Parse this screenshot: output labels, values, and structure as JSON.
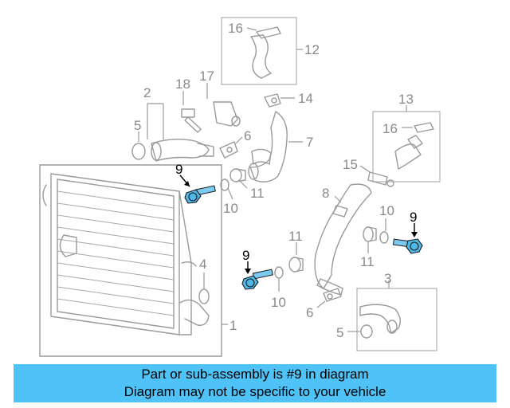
{
  "labels": {
    "l1": "1",
    "l2": "2",
    "l3": "3",
    "l4": "4",
    "l5a": "5",
    "l5b": "5",
    "l6a": "6",
    "l6b": "6",
    "l7": "7",
    "l8": "8",
    "l9a": "9",
    "l9b": "9",
    "l9c": "9",
    "l10a": "10",
    "l10b": "10",
    "l10c": "10",
    "l11a": "11",
    "l11b": "11",
    "l11c": "11",
    "l12": "12",
    "l13": "13",
    "l14": "14",
    "l15": "15",
    "l16a": "16",
    "l16b": "16",
    "l17": "17",
    "l18": "18"
  },
  "banner": {
    "line1": "Part or sub-assembly is #9 in diagram",
    "line2": "Diagram may not be specific to your vehicle"
  },
  "colors": {
    "highlight": "#4fb8e8",
    "banner": "#4fc3f7",
    "lineart": "#9a9a9a"
  }
}
